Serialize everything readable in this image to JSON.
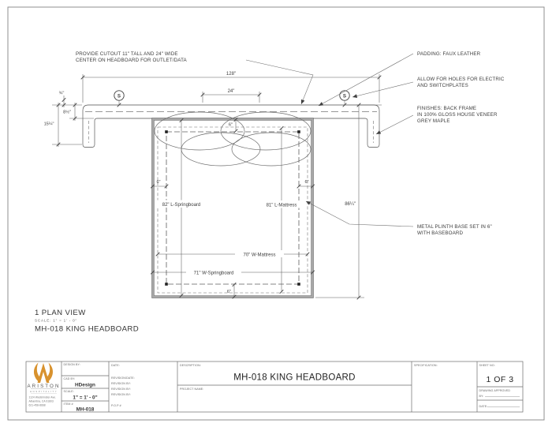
{
  "colors": {
    "accent_orange": "#d8922e",
    "line": "#4d4d4d",
    "springboard_gray": "#a8a8a8"
  },
  "drawing": {
    "notes": {
      "cutout_line1": "PROVIDE CUTOUT 11\" TALL AND 24\" WIDE",
      "cutout_line2": "CENTER ON HEADBOARD FOR OUTLET/DATA",
      "padding": "PADDING: FAUX LEATHER",
      "holes_line1": "ALLOW FOR HOLES FOR ELECTRIC",
      "holes_line2": "AND SWITCHPLATES",
      "finishes_line1": "FINISHES: BACK FRAME",
      "finishes_line2": "IN 100% GLOSS HOUSE VENEER",
      "finishes_line3": "GREY MAPLE",
      "plinth_line1": "METAL PLINTH BASE SET IN 6\"",
      "plinth_line2": "WITH BASEBOARD"
    },
    "dims": {
      "overall_width": "128\"",
      "cutout_width": "24\"",
      "headboard_gap": "6\"",
      "back_frame": "¾\"",
      "return_inner": "8½\"",
      "return_depth": "15¼\"",
      "overall_height": "86¼\"",
      "springboard_length": "82\" L-Springboard",
      "mattress_length": "81\" L-Mattress",
      "mattress_width": "70\" W-Mattress",
      "springboard_width": "71\" W-Springboard",
      "inset_left": "6\"",
      "inset_right": "6\"",
      "inset_bottom": "6\"",
      "switch_symbol": "S"
    }
  },
  "view_title": {
    "name": "1 PLAN VIEW",
    "scale": "SCALE:  1\" = 1' - 0\"",
    "item": "MH-018 KING HEADBOARD"
  },
  "title_block": {
    "company": {
      "name": "ARISTON",
      "tagline": "HOSPITALITY",
      "address1": "1124 Westminster Ave.",
      "address2": "Alhambra, CA 91803",
      "phone": "621-458-8668"
    },
    "design_by_label": "DESIGN BY:",
    "cad_by_label": "CAD BY:",
    "cad_by_value": "HDesign",
    "scale_label": "SCALE:",
    "scale_value": "1\" = 1' - 0\"",
    "item_label": "ITEM #",
    "item_value": "MH-018",
    "date_label": "DATE:",
    "revisions": [
      "REVISION/DATE:",
      "REVISION BY:",
      "REVISION BY:",
      "REVISION BY:"
    ],
    "pop_label": "P.O.P #",
    "description_label": "DESCRIPTION:",
    "description_value": "MH-018 KING HEADBOARD",
    "project_label": "PROJECT NAME:",
    "spec_label": "SPECIFICATION:",
    "sheet_label": "SHEET NO:",
    "sheet_value": "1 OF 3",
    "approved_label": "DRAWING APPROVED",
    "approved_by_label": "BY:",
    "approved_date_label": "DATE:"
  }
}
